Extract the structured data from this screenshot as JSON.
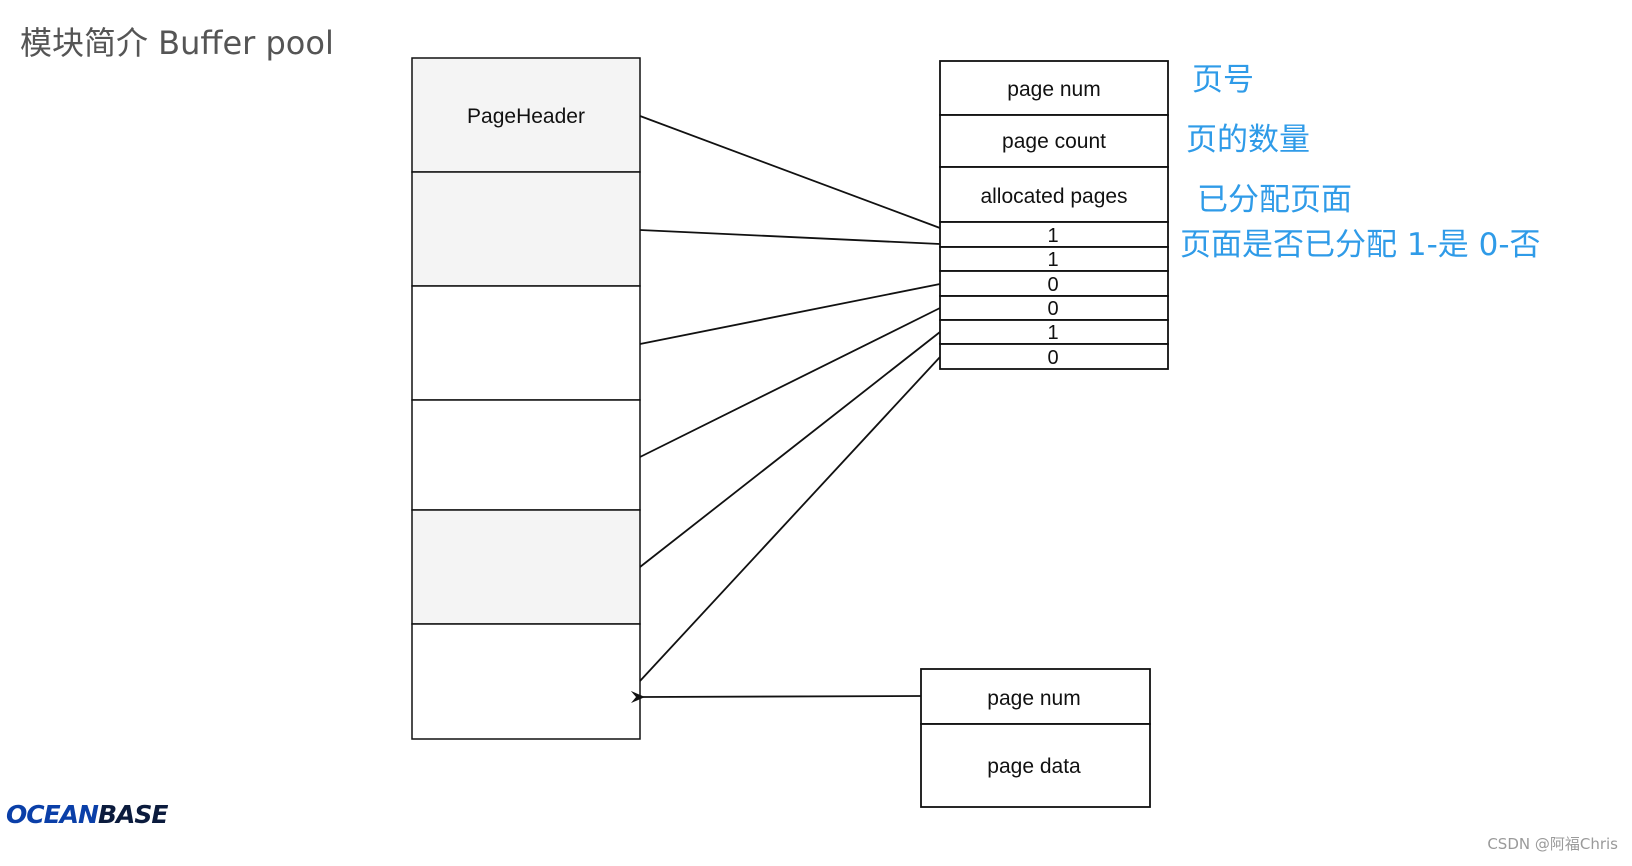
{
  "slide": {
    "title": "模块简介 Buffer pool"
  },
  "colors": {
    "annotation": "#2f9be8",
    "box_stroke": "#111111",
    "shaded_fill": "#f4f4f4",
    "logo": "#0a3fa8"
  },
  "left_stack": {
    "header_label": "PageHeader",
    "rows": 6
  },
  "bitmap_struct": {
    "fields": [
      "page num",
      "page count",
      "allocated pages"
    ],
    "bits": [
      "1",
      "1",
      "0",
      "0",
      "1",
      "0"
    ]
  },
  "page_struct": {
    "fields": [
      "page num",
      "page data"
    ]
  },
  "annotations": {
    "page_num": "页号",
    "page_count": "页的数量",
    "allocated_pages": "已分配页面",
    "bits": "页面是否已分配 1-是 0-否"
  },
  "footer": {
    "logo_a": "OCEAN",
    "logo_b": "BASE",
    "watermark": "CSDN @阿福Chris"
  }
}
